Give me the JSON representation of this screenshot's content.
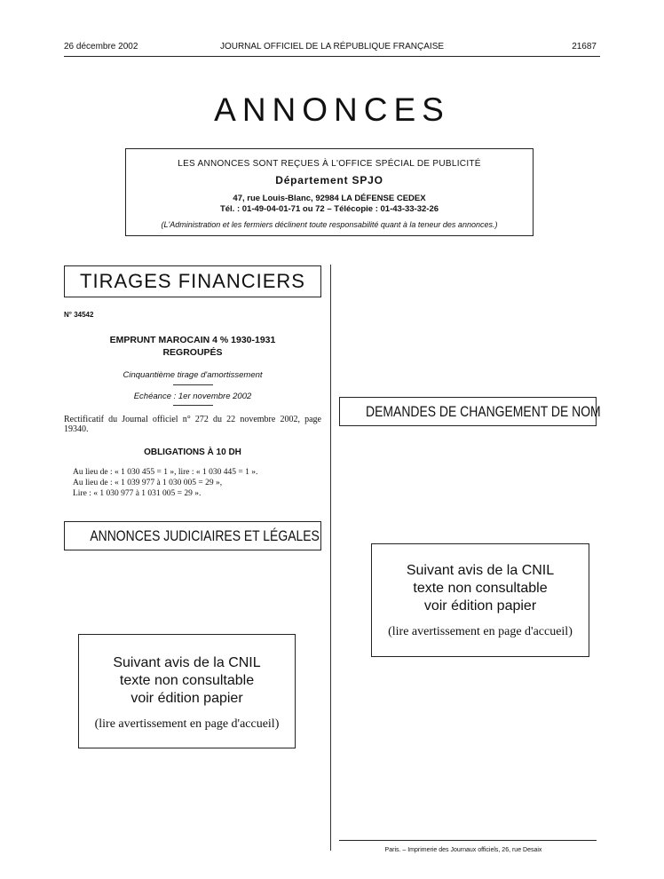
{
  "header": {
    "date": "26 décembre 2002",
    "journal": "JOURNAL OFFICIEL DE LA RÉPUBLIQUE FRANÇAISE",
    "page": "21687"
  },
  "title": "ANNONCES",
  "notice_box": {
    "line1": "LES ANNONCES SONT REÇUES À L'OFFICE SPÉCIAL DE PUBLICITÉ",
    "department": "Département SPJO",
    "address": "47, rue Louis-Blanc, 92984 LA DÉFENSE CEDEX",
    "phone": "Tél. : 01-49-04-01-71 ou 72 – Télécopie : 01-43-33-32-26",
    "disclaimer": "(L'Administration et les fermiers déclinent toute responsabilité quant à la teneur des annonces.)"
  },
  "tirages": {
    "heading": "TIRAGES FINANCIERS",
    "number": "N° 34542",
    "emprunt_line1": "EMPRUNT MAROCAIN 4 % 1930-1931",
    "emprunt_line2": "REGROUPÉS",
    "tirage": "Cinquantième tirage d'amortissement",
    "echeance": "Echéance : 1er novembre 2002",
    "rectificatif": "Rectificatif du Journal officiel n° 272 du 22 novembre 2002, page 19340.",
    "obligations": "OBLIGATIONS À 10 DH",
    "au_lieu_1": "Au lieu de : « 1 030 455 = 1 », lire : « 1 030 445 = 1 ».",
    "au_lieu_2": "Au lieu de : « 1 039 977 à 1 030 005 = 29 »,",
    "lire": "Lire : « 1 030 977 à 1 031 005 = 29 »."
  },
  "annonces_judiciaires": {
    "heading": "ANNONCES JUDICIAIRES ET LÉGALES"
  },
  "demandes": {
    "heading": "DEMANDES DE CHANGEMENT DE NOM"
  },
  "cnil_notice": {
    "line1": "Suivant avis de la CNIL",
    "line2": "texte non consultable",
    "line3": "voir édition papier",
    "line4": "(lire avertissement en page d'accueil)"
  },
  "footer": "Paris. – Imprimerie des Journaux officiels, 26, rue Desaix"
}
